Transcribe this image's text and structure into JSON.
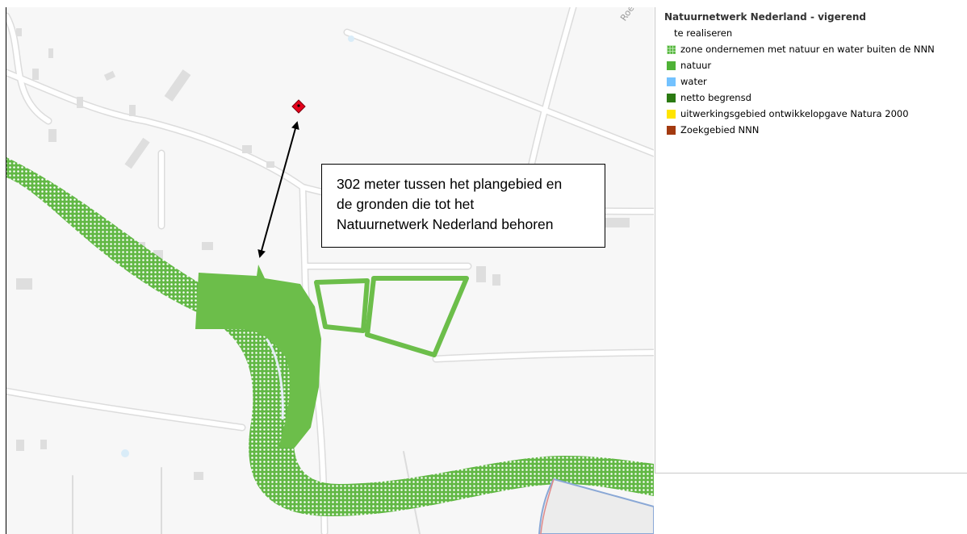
{
  "map": {
    "road_label": "Roel",
    "callout_lines": [
      "302 meter tussen het plangebied en",
      "de gronden die tot het",
      "Natuurnetwerk Nederland behoren"
    ]
  },
  "legend": {
    "title": "Natuurnetwerk Nederland - vigerend",
    "subtitle": "te realiseren",
    "items": [
      {
        "label": "zone ondernemen met natuur en water buiten de NNN",
        "color": "#4fb03a",
        "pattern": "grid"
      },
      {
        "label": "natuur",
        "color": "#4fb237",
        "pattern": "solid"
      },
      {
        "label": "water",
        "color": "#73c2ff",
        "pattern": "solid"
      },
      {
        "label": "netto begrensd",
        "color": "#2b7a12",
        "pattern": "solid"
      },
      {
        "label": "uitwerkingsgebied ontwikkelopgave Natura 2000",
        "color": "#ffe400",
        "pattern": "solid"
      },
      {
        "label": "Zoekgebied NNN",
        "color": "#a33a10",
        "pattern": "solid"
      }
    ]
  },
  "colors": {
    "nature_green": "#6cbe4a",
    "marker_red": "#e5001a",
    "background": "#f7f7f7"
  }
}
